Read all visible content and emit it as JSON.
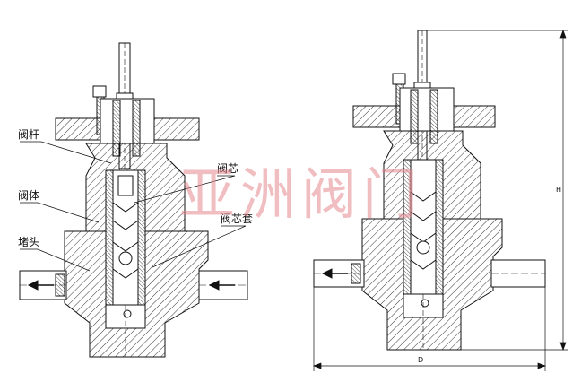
{
  "labels": {
    "stem": "阀杆",
    "body": "阀体",
    "plug": "堵头",
    "disc": "阀芯",
    "disc_sleeve": "阀芯套"
  },
  "dimensions": {
    "height": "H",
    "width": "D"
  },
  "watermark": "亚洲阀门",
  "colors": {
    "line": "#111111",
    "hatch": "#222222",
    "watermark": "#e48a90",
    "background": "#ffffff"
  }
}
